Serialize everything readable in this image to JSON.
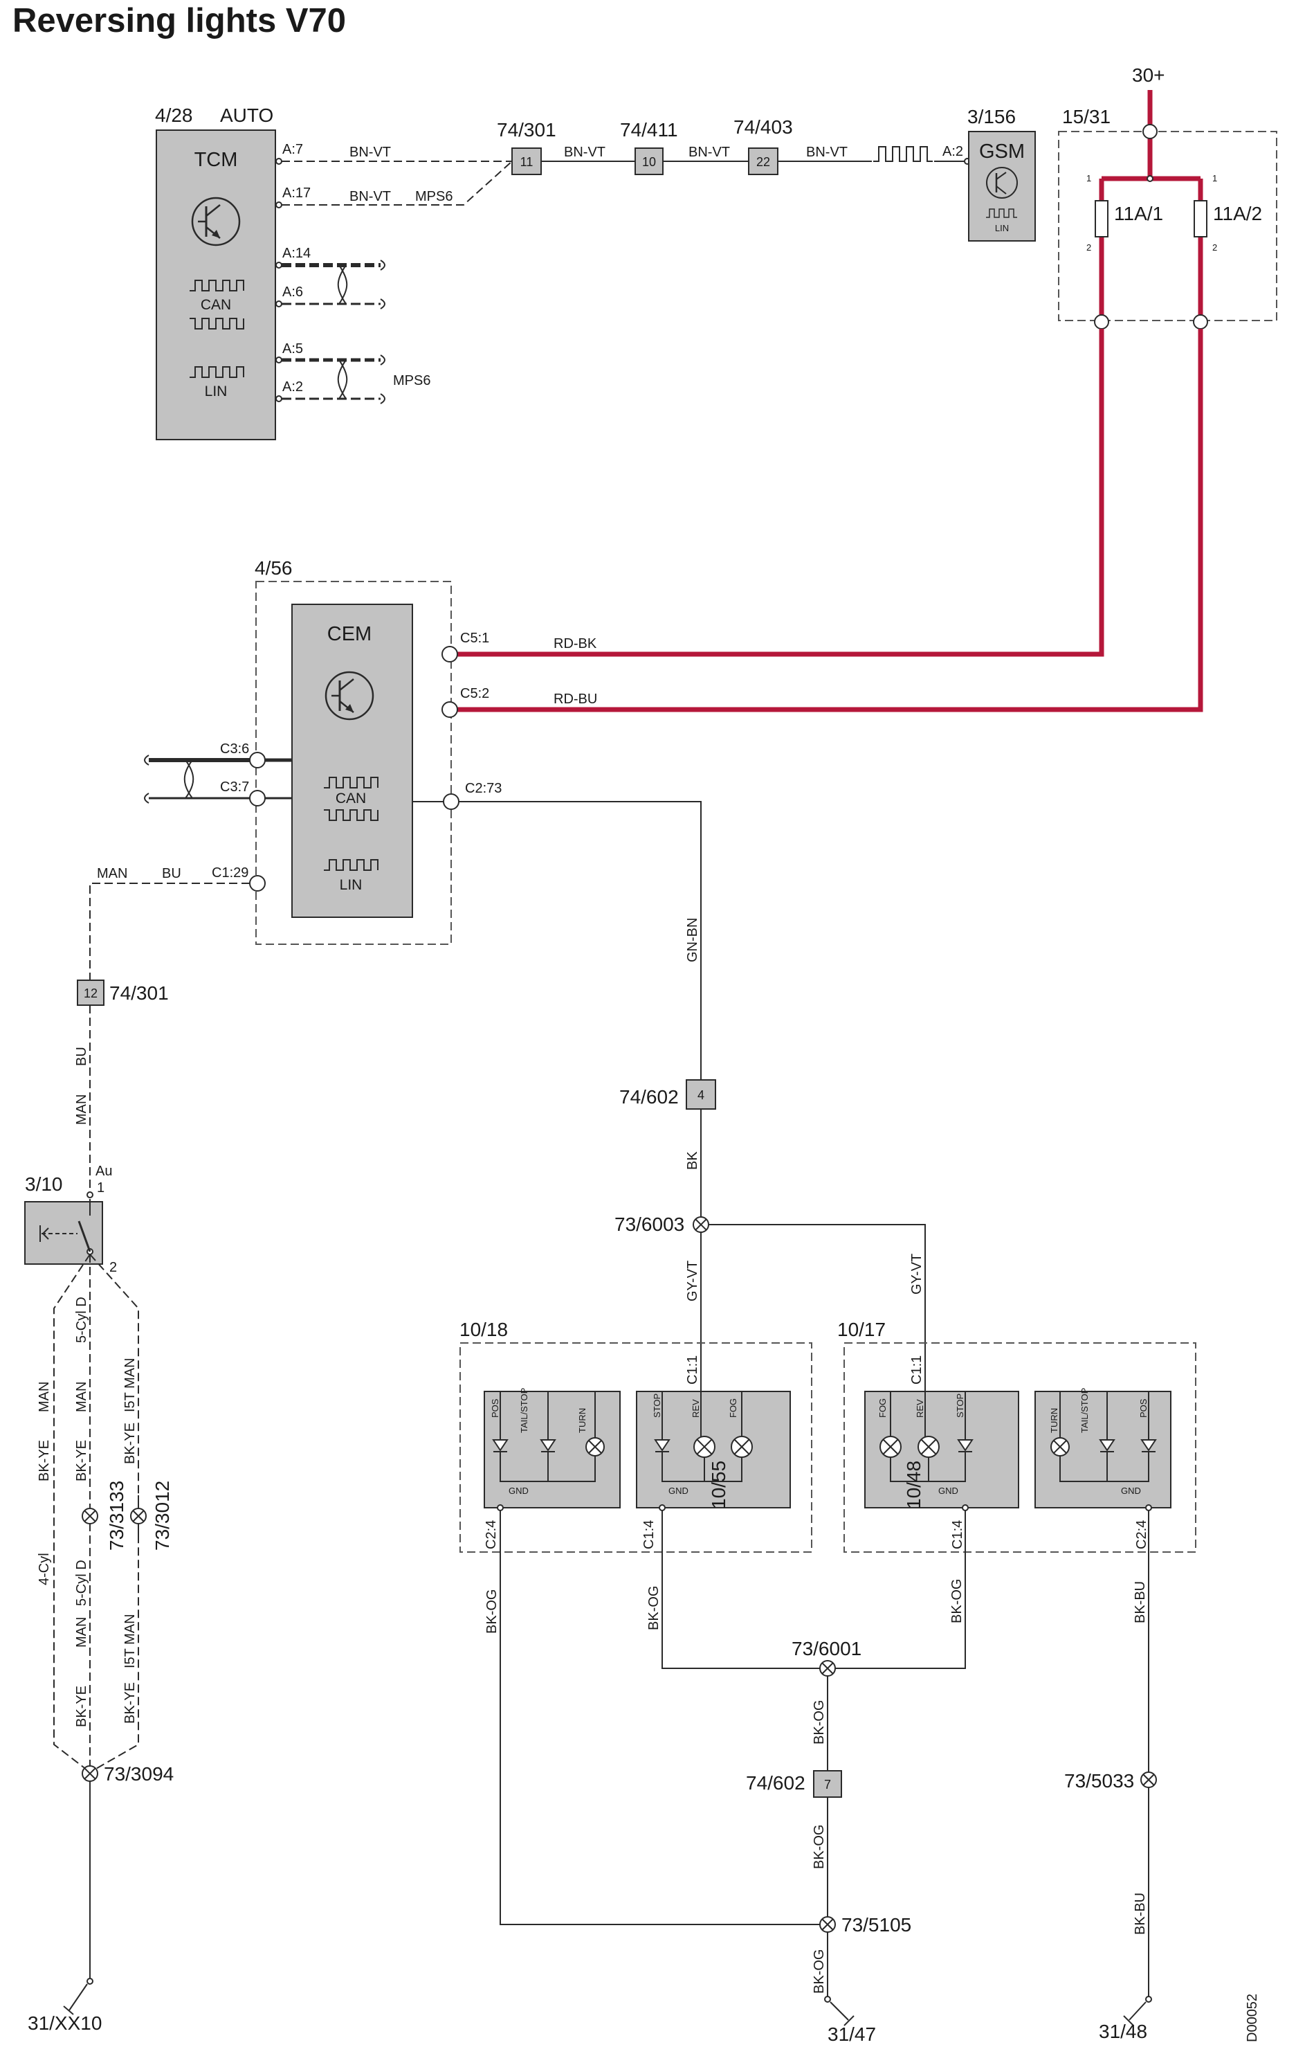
{
  "title": "Reversing lights V70",
  "drawing_id": "D00052",
  "colors": {
    "supply": "#b5173a",
    "box": "#c2c2c2",
    "line": "#2a2a2a"
  },
  "tcm": {
    "ref": "4/28",
    "tag": "AUTO",
    "name": "TCM",
    "can": "CAN",
    "lin": "LIN",
    "pins": {
      "a7": "A:7",
      "a17": "A:17",
      "a14": "A:14",
      "a6": "A:6",
      "a5": "A:5",
      "a2": "A:2"
    },
    "mps6": "MPS6"
  },
  "wires_top": {
    "bnvt": "BN-VT",
    "mps6": "MPS6"
  },
  "connectors_top": [
    {
      "ref": "74/301",
      "num": "11"
    },
    {
      "ref": "74/411",
      "num": "10"
    },
    {
      "ref": "74/403",
      "num": "22"
    }
  ],
  "gsm": {
    "ref": "3/156",
    "name": "GSM",
    "pin": "A:2",
    "lin": "LIN"
  },
  "fusebox": {
    "ref": "15/31",
    "supply": "30+",
    "fuse1": "11A/1",
    "fuse2": "11A/2",
    "pin1": "1",
    "pin2": "2"
  },
  "cem": {
    "ref": "4/56",
    "name": "CEM",
    "can": "CAN",
    "lin": "LIN",
    "pins": {
      "c51": "C5:1",
      "c52": "C5:2",
      "c36": "C3:6",
      "c37": "C3:7",
      "c273": "C2:73",
      "c129": "C1:29"
    },
    "wires": {
      "rdbk": "RD-BK",
      "rdbu": "RD-BU",
      "man": "MAN",
      "bu": "BU"
    }
  },
  "conn_74301_b": {
    "ref": "74/301",
    "num": "12"
  },
  "wire_left_mid": {
    "man": "MAN",
    "bu": "BU"
  },
  "conn_74602_a": {
    "ref": "74/602",
    "num": "4"
  },
  "wire_gnbn": "GN-BN",
  "wire_bk": "BK",
  "splice_6003": "73/6003",
  "wire_gyvt": "GY-VT",
  "switch": {
    "ref": "3/10",
    "au": "Au",
    "pin1": "1",
    "pin2": "2"
  },
  "left_branch": {
    "left_top": [
      "BK-YE",
      "MAN"
    ],
    "left_mid": "4-Cyl",
    "left_bottom": [
      "BK-YE",
      "MAN"
    ],
    "inner_top": "5-Cyl D",
    "inner_top2": [
      "BK-YE",
      "MAN"
    ],
    "inner_bottom": "5-Cyl D",
    "right_top": [
      "BK-YE",
      "I5T MAN"
    ],
    "right_bottom": [
      "BK-YE",
      "I5T MAN"
    ],
    "splice_3133": "73/3133",
    "splice_3012": "73/3012",
    "splice_3094": "73/3094",
    "ground": "31/XX10"
  },
  "lamp_1018": {
    "ref": "10/18",
    "c24": "C2:4",
    "c11": "C1:1",
    "c14": "C1:4",
    "left_labels": [
      "POS",
      "TAIL/STOP",
      "TURN"
    ],
    "right_labels": [
      "STOP",
      "REV",
      "FOG"
    ],
    "gnd": "GND",
    "bulb": "10/55"
  },
  "lamp_1017": {
    "ref": "10/17",
    "c11": "C1:1",
    "c14": "C1:4",
    "c24": "C2:4",
    "left_labels": [
      "FOG",
      "REV",
      "STOP"
    ],
    "right_labels": [
      "TURN",
      "TAIL/STOP",
      "POS"
    ],
    "gnd": "GND",
    "bulb": "10/48"
  },
  "wire_bkog": "BK-OG",
  "wire_bkbu": "BK-BU",
  "splice_6001": "73/6001",
  "conn_74602_b": {
    "ref": "74/602",
    "num": "7"
  },
  "splice_5033": "73/5033",
  "splice_5105": "73/5105",
  "ground_47": "31/47",
  "ground_48": "31/48"
}
